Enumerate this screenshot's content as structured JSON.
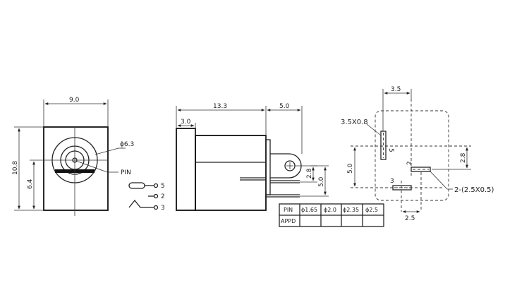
{
  "front_view": {
    "width_dim": "9.0",
    "height_dim": "10.8",
    "center_dim": "6.4",
    "hole_dim": "ϕ6.3",
    "pin_label": "PIN"
  },
  "side_view": {
    "length_dim": "13.3",
    "tab_dim": "5.0",
    "step_dim": "3.0",
    "tab_hole_dim": "2.8",
    "lead_dim": "5.0"
  },
  "schematic": {
    "pins": [
      "5",
      "2",
      "3"
    ]
  },
  "pcb_layout": {
    "top_dim": "3.5",
    "pad_size": "3.5X0.8",
    "pad_label_5": "5",
    "vertical_dim": "5.0",
    "right_dim": "2.8",
    "pad_label_2": "2",
    "pad_label_3": "3",
    "small_pad_size": "2-(2.5X0.5)",
    "bottom_dim": "2.5"
  },
  "pin_table": {
    "headers": [
      "PIN",
      "ϕ1.65",
      "ϕ2.0",
      "ϕ2.35",
      "ϕ2.5"
    ],
    "row_label": "APPD"
  }
}
